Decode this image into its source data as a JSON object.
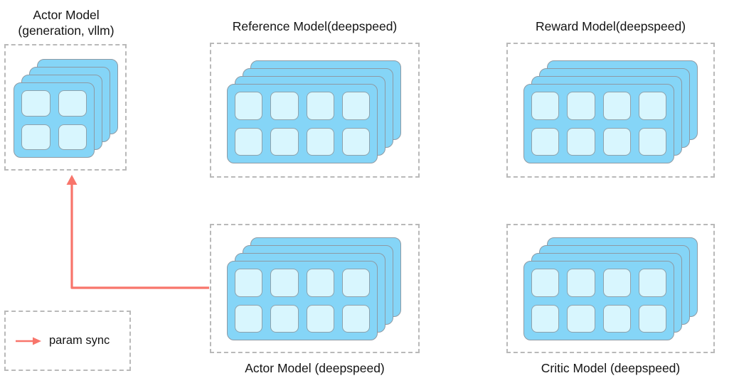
{
  "nodes": {
    "actor_vllm": {
      "label_line1": "Actor Model",
      "label_line2": "(generation, vllm)"
    },
    "reference": {
      "label": "Reference Model(deepspeed)"
    },
    "reward": {
      "label": "Reward Model(deepspeed)"
    },
    "actor_deepspeed": {
      "label": "Actor Model (deepspeed)"
    },
    "critic": {
      "label": "Critic Model (deepspeed)"
    }
  },
  "legend": {
    "label": "param sync"
  },
  "colors": {
    "card": "#85d5f7",
    "cell": "#d8f6fe",
    "arrow": "#f8756b",
    "dashed_border": "#b9b9b9"
  }
}
